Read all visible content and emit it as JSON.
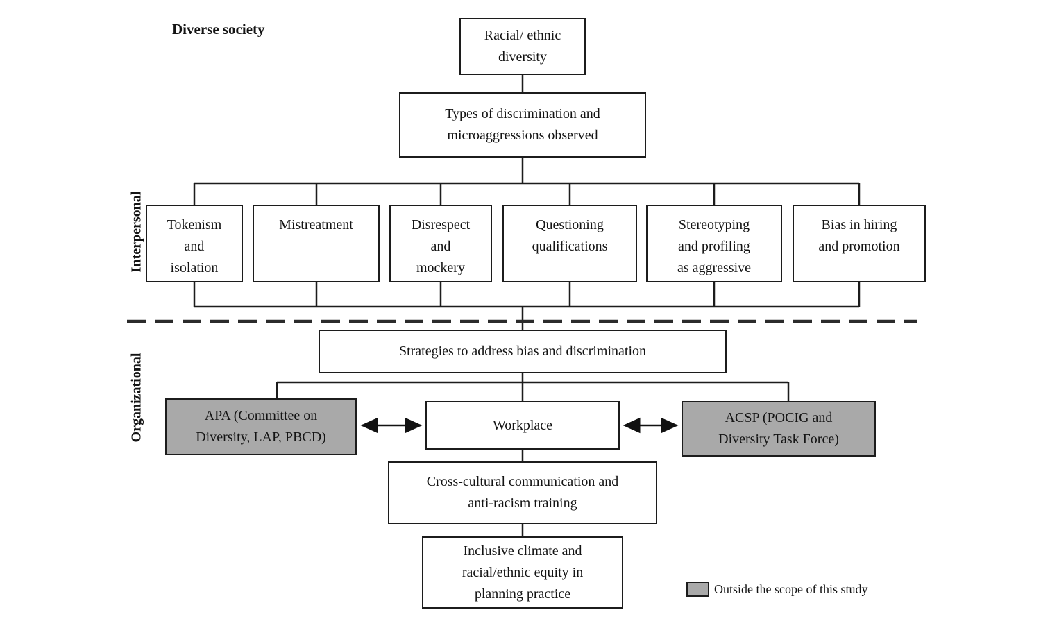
{
  "figure": {
    "header_label": "Diverse society",
    "section_labels": {
      "interpersonal": "Interpersonal",
      "organizational": "Organizational"
    },
    "nodes": {
      "racial": "Racial/ ethnic\ndiversity",
      "types": "Types of discrimination and\nmicroaggressions observed",
      "tokenism": "Tokenism\nand\nisolation",
      "mistreatment": "Mistreatment",
      "disrespect": "Disrespect\nand\nmockery",
      "questioning": "Questioning\nqualifications",
      "stereotyping": "Stereotyping\nand profiling\nas aggressive",
      "bias": "Bias in hiring\nand promotion",
      "strategies": "Strategies to address bias and discrimination",
      "apa": "APA (Committee on\nDiversity, LAP, PBCD)",
      "workplace": "Workplace",
      "acsp": "ACSP (POCIG and\nDiversity Task Force)",
      "cross_cultural": "Cross-cultural communication and\nanti-racism training",
      "inclusive": "Inclusive climate and\nracial/ethnic equity in\nplanning practice"
    },
    "legend": {
      "label": "Outside the scope of this study",
      "swatch_color": "#a9a9a9"
    },
    "colors": {
      "outside_scope_fill": "#a9a9a9",
      "line": "#1c1c1c",
      "background": "#ffffff"
    }
  }
}
